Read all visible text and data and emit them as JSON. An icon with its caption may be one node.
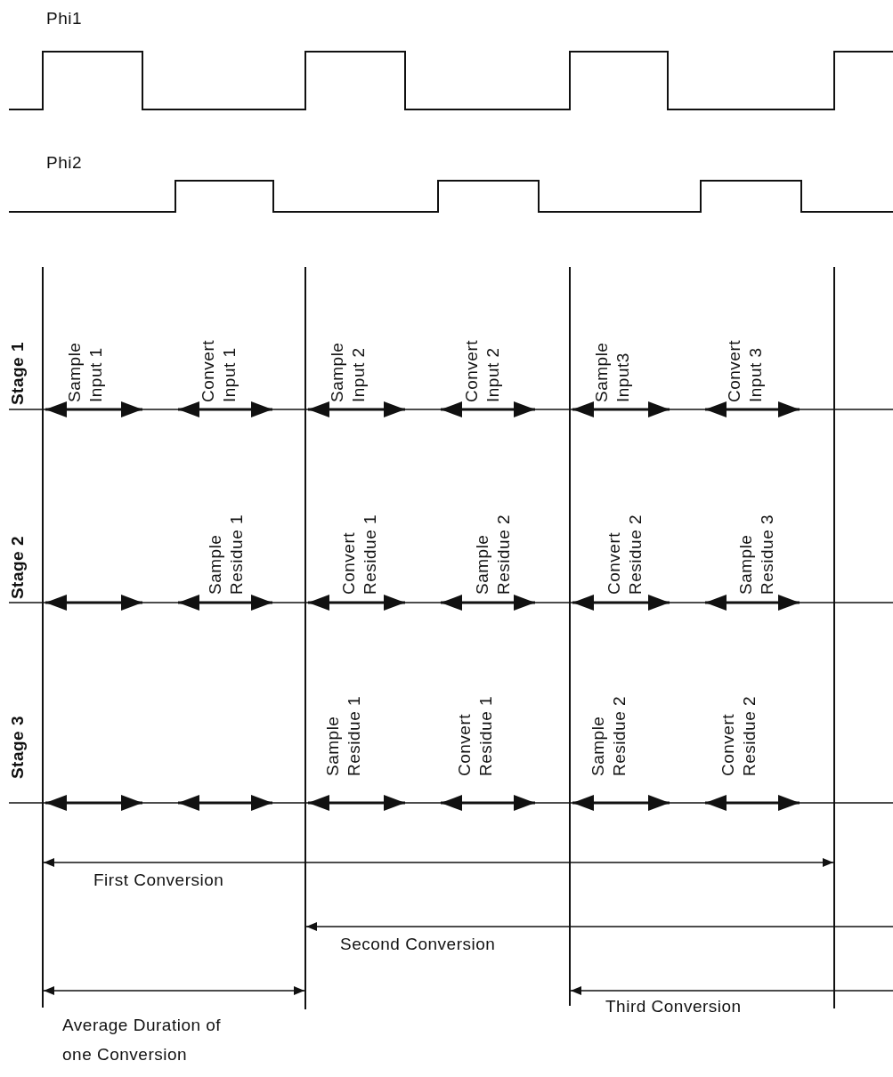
{
  "diagram": {
    "labels": [
      "Phi1",
      "Phi2",
      "Stage 1",
      "Sample Input 1",
      "Convert Input 1",
      "Sample Input 2",
      "Convert Input 2",
      "Sample Input3",
      "Convert Input 3",
      "Stage 2",
      "Sample Residue 1",
      "Convert Residue 1",
      "Sample Residue 2",
      "Convert Residue 2",
      "Sample Residue 3",
      "Stage 3",
      "Sample Residue 1",
      "Convert Residue 1",
      "Sample Residue 2",
      "Convert Residue 2",
      "First Conversion",
      "Second Conversion",
      "Third Conversion",
      "Average Duration of one Conversion"
    ]
  }
}
